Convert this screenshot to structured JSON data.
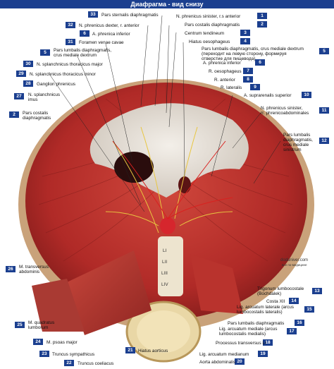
{
  "header": {
    "title": "Диафрагма - вид снизу"
  },
  "colors": {
    "accent": "#1b3f8f",
    "muscle": "#b8282a",
    "tendon": "#e7e2dc",
    "bone": "#e9d7a6"
  },
  "watermark": {
    "site": "doduniver.com",
    "tagline": "все по-медицине"
  },
  "vertebra_labels": [
    "LI",
    "LII",
    "LIII",
    "LIV"
  ],
  "labels": [
    {
      "n": "1",
      "text": "N. phrenicus sinister, r.s anterior"
    },
    {
      "n": "2",
      "text": "Pars costalis diaphragmatis"
    },
    {
      "n": "3",
      "text": "Centrum tendineum"
    },
    {
      "n": "4",
      "text": "Hiatus oesophageus"
    },
    {
      "n": "5",
      "text": "Pars lumbalis diaphragmatis, crus mediale dextrum\n(переходит на левую сторону, формируя\nотверстие для пищевода)"
    },
    {
      "n": "6",
      "text": "A. phrenica inferior"
    },
    {
      "n": "7",
      "text": "R. oesophageus"
    },
    {
      "n": "8",
      "text": "R. anterior"
    },
    {
      "n": "9",
      "text": "R. lateralis"
    },
    {
      "n": "10",
      "text": "A. suprarenalis superior"
    },
    {
      "n": "11",
      "text": "N. phrenicus sinister,\nrr. phrenicoabdominales"
    },
    {
      "n": "12",
      "text": "Pars lumbalis\ndiaphragmatis,\ncrus mediale\nsinistrum"
    },
    {
      "n": "13",
      "text": "Trigonum lumbocostale\n(Bochdalek)"
    },
    {
      "n": "14",
      "text": "Costa XII"
    },
    {
      "n": "15",
      "text": "Lig. arcuatum laterale (arcus\nlumbocostalis lateralis)"
    },
    {
      "n": "16",
      "text": "Pars lumbalis diaphragmatis"
    },
    {
      "n": "17",
      "text": "Lig. arcuatum mediale (arcus\nlumbocostalis medialis)"
    },
    {
      "n": "18",
      "text": "Processus transversus LI"
    },
    {
      "n": "19",
      "text": "Lig. arcuatum medianum"
    },
    {
      "n": "20",
      "text": "Aorta abdominalis"
    },
    {
      "n": "21",
      "text": "Hiatus aorticus"
    },
    {
      "n": "22",
      "text": "Truncus coeliacus"
    },
    {
      "n": "23",
      "text": "Truncus sympathicus"
    },
    {
      "n": "24",
      "text": "M. psoas major"
    },
    {
      "n": "25",
      "text": "M. quadratus\nlumborum"
    },
    {
      "n": "26",
      "text": "M. transversus\nabdominis"
    },
    {
      "n": "27",
      "text": "N. splanchnicus\nimus"
    },
    {
      "n": "28",
      "text": "Ganglion phrenicus"
    },
    {
      "n": "29",
      "text": "N. splanchnicus thoracicus minor"
    },
    {
      "n": "30",
      "text": "N. splanchnicus thoracicus major"
    },
    {
      "n": "5",
      "text": "Pars lumbalis diaphragmatis,\ncrus mediale dextrum"
    },
    {
      "n": "31",
      "text": "Foramen venae cavae"
    },
    {
      "n": "6",
      "text": "A. phrenica inferior"
    },
    {
      "n": "32",
      "text": "N. phrenicus dexter, r. anterior"
    },
    {
      "n": "33",
      "text": "Pars sternalis diaphragmatis"
    },
    {
      "n": "2",
      "text": "Pars costalis\ndiaphragmatis"
    }
  ]
}
